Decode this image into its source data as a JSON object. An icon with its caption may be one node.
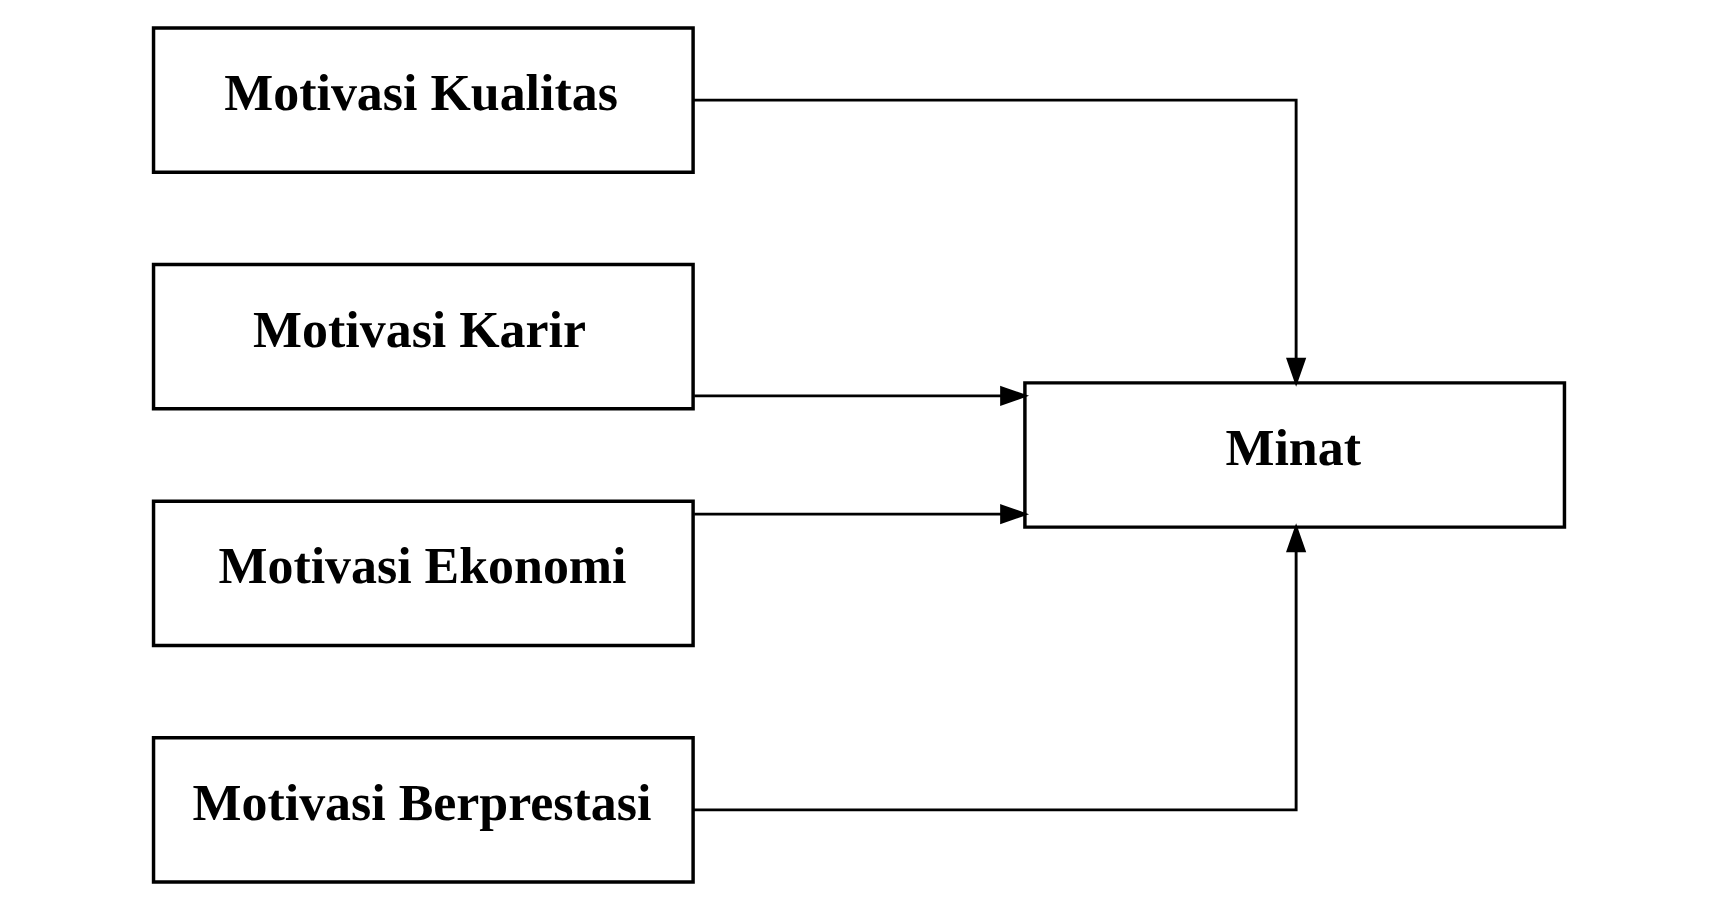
{
  "diagram": {
    "nodes": [
      {
        "text": [
          "Motivasi Kualitas"
        ]
      },
      {
        "text": [
          "Motivasi Karir"
        ]
      },
      {
        "text": [
          "Motivasi Ekonomi"
        ]
      },
      {
        "text": [
          "Motivasi Berprestasi"
        ]
      },
      {
        "text": [
          "Minat"
        ]
      }
    ],
    "edges": [
      {
        "from": 0,
        "to": 4,
        "arrow": "to"
      },
      {
        "from": 1,
        "to": 4,
        "arrow": "to"
      },
      {
        "from": 2,
        "to": 4,
        "arrow": "to"
      },
      {
        "from": 3,
        "to": 4,
        "arrow": "to"
      }
    ]
  }
}
